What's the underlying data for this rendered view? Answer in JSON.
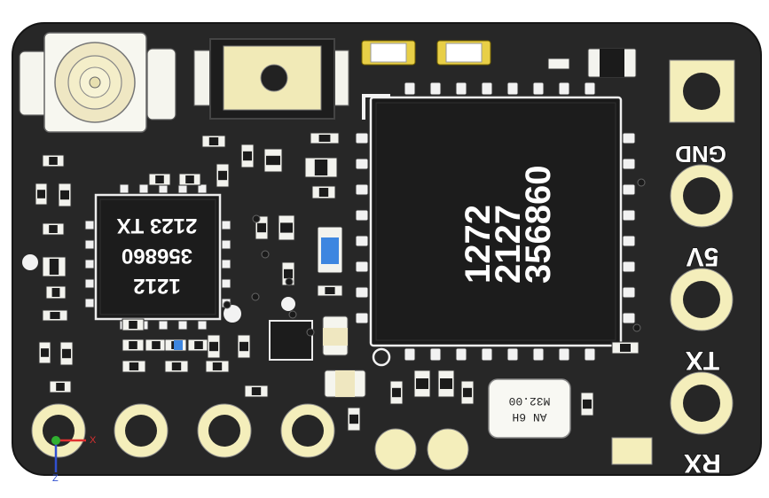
{
  "main_chip": {
    "line1": "1272",
    "line2": "2127",
    "line3": "356860"
  },
  "tx_chip": {
    "line1": "2123 TX",
    "line2": "356860",
    "line3": "1212"
  },
  "crystal": {
    "line1": "AN 6H",
    "line2": "M32.00"
  },
  "pads": {
    "gnd": "GND",
    "v5": "5V",
    "tx": "TX",
    "rx": "RX"
  },
  "axes": {
    "x": "X",
    "z": "Z"
  },
  "colors": {
    "board": "#272727",
    "pad_gold": "#f4eebb",
    "component_body": "#1e1e1e",
    "accent_blue": "#3d86e0"
  }
}
